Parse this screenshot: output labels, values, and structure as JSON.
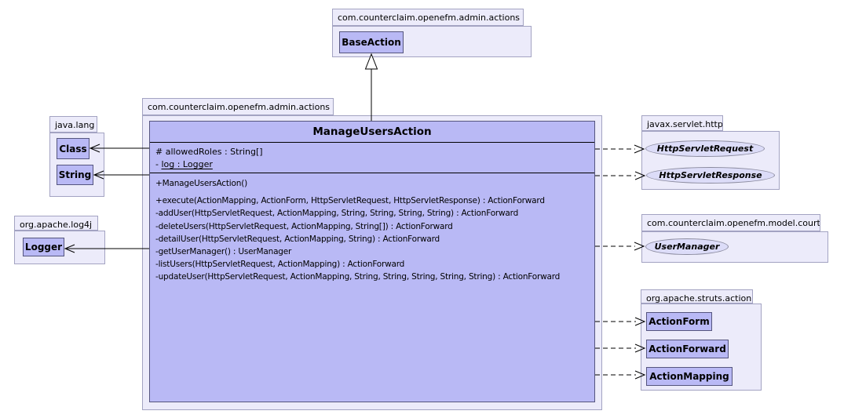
{
  "diagram": {
    "type": "uml-class-diagram"
  },
  "colors": {
    "class_fill": "#b9b9f5",
    "class_border": "#55557e",
    "package_fill": "#ecebfa",
    "package_border": "#a3a3c2",
    "interface_fill": "#dcdcf8",
    "line_color": "#000000",
    "background": "#ffffff"
  },
  "packages": {
    "admin_actions_top": {
      "name": "com.counterclaim.openefm.admin.actions"
    },
    "admin_actions_main": {
      "name": "com.counterclaim.openefm.admin.actions"
    },
    "java_lang": {
      "name": "java.lang"
    },
    "log4j": {
      "name": "org.apache.log4j"
    },
    "servlet_http": {
      "name": "javax.servlet.http"
    },
    "model_court": {
      "name": "com.counterclaim.openefm.model.court"
    },
    "struts_action": {
      "name": "org.apache.struts.action"
    }
  },
  "classes": {
    "base_action": "BaseAction",
    "java_lang_class": "Class",
    "java_lang_string": "String",
    "logger": "Logger",
    "action_form": "ActionForm",
    "action_forward": "ActionForward",
    "action_mapping": "ActionMapping"
  },
  "interfaces": {
    "http_servlet_request": "HttpServletRequest",
    "http_servlet_response": "HttpServletResponse",
    "user_manager": "UserManager"
  },
  "main_class": {
    "title": "ManageUsersAction",
    "fields": [
      {
        "prefix": "# ",
        "text": "allowedRoles : String[]"
      },
      {
        "prefix": "- ",
        "text": "log : Logger"
      }
    ],
    "constructors": [
      "+ManageUsersAction()"
    ],
    "methods": [
      "+execute(ActionMapping, ActionForm, HttpServletRequest, HttpServletResponse) : ActionForward",
      "-addUser(HttpServletRequest, ActionMapping, String, String, String, String) : ActionForward",
      "-deleteUsers(HttpServletRequest, ActionMapping, String[]) : ActionForward",
      "-detailUser(HttpServletRequest, ActionMapping, String) : ActionForward",
      "-getUserManager() : UserManager",
      "-listUsers(HttpServletRequest, ActionMapping) : ActionForward",
      "-updateUser(HttpServletRequest, ActionMapping, String, String, String, String, String) : ActionForward"
    ]
  },
  "relations": [
    {
      "from": "ManageUsersAction",
      "to": "BaseAction",
      "type": "generalization"
    },
    {
      "from": "ManageUsersAction",
      "to": "Class",
      "type": "association"
    },
    {
      "from": "ManageUsersAction",
      "to": "String",
      "type": "association"
    },
    {
      "from": "ManageUsersAction",
      "to": "Logger",
      "type": "association"
    },
    {
      "from": "ManageUsersAction",
      "to": "HttpServletRequest",
      "type": "dependency"
    },
    {
      "from": "ManageUsersAction",
      "to": "HttpServletResponse",
      "type": "dependency"
    },
    {
      "from": "ManageUsersAction",
      "to": "UserManager",
      "type": "dependency"
    },
    {
      "from": "ManageUsersAction",
      "to": "ActionForm",
      "type": "dependency"
    },
    {
      "from": "ManageUsersAction",
      "to": "ActionForward",
      "type": "dependency"
    },
    {
      "from": "ManageUsersAction",
      "to": "ActionMapping",
      "type": "dependency"
    }
  ]
}
